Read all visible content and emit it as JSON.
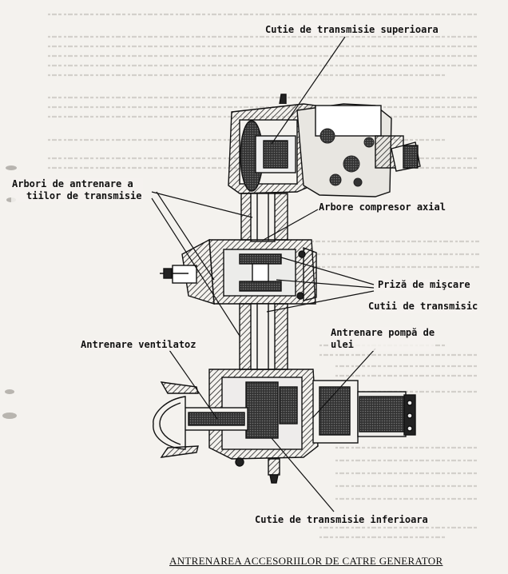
{
  "labels": {
    "upper_gearbox": "Cutie de transmisie superioara",
    "drive_shafts_line1": "Arbori de antrenare a",
    "drive_shafts_line2": "tiilor de transmisie",
    "axial_compressor_shaft": "Arbore compresor axial",
    "power_takeoff": "Priză de mişcare",
    "gearboxes": "Cutii de transmisic",
    "fan_drive": "Antrenare ventilatoz",
    "oil_pump_drive_line1": "Antrenare pompă de",
    "oil_pump_drive_line2": "ulei",
    "lower_gearbox": "Cutie de transmisie inferioara"
  },
  "caption": "ANTRENAREA ACCESORIILOR DE CATRE GENERATOR",
  "colors": {
    "paper": "#f4f2ee",
    "ink": "#111111",
    "faint_text": "#9a9893"
  }
}
